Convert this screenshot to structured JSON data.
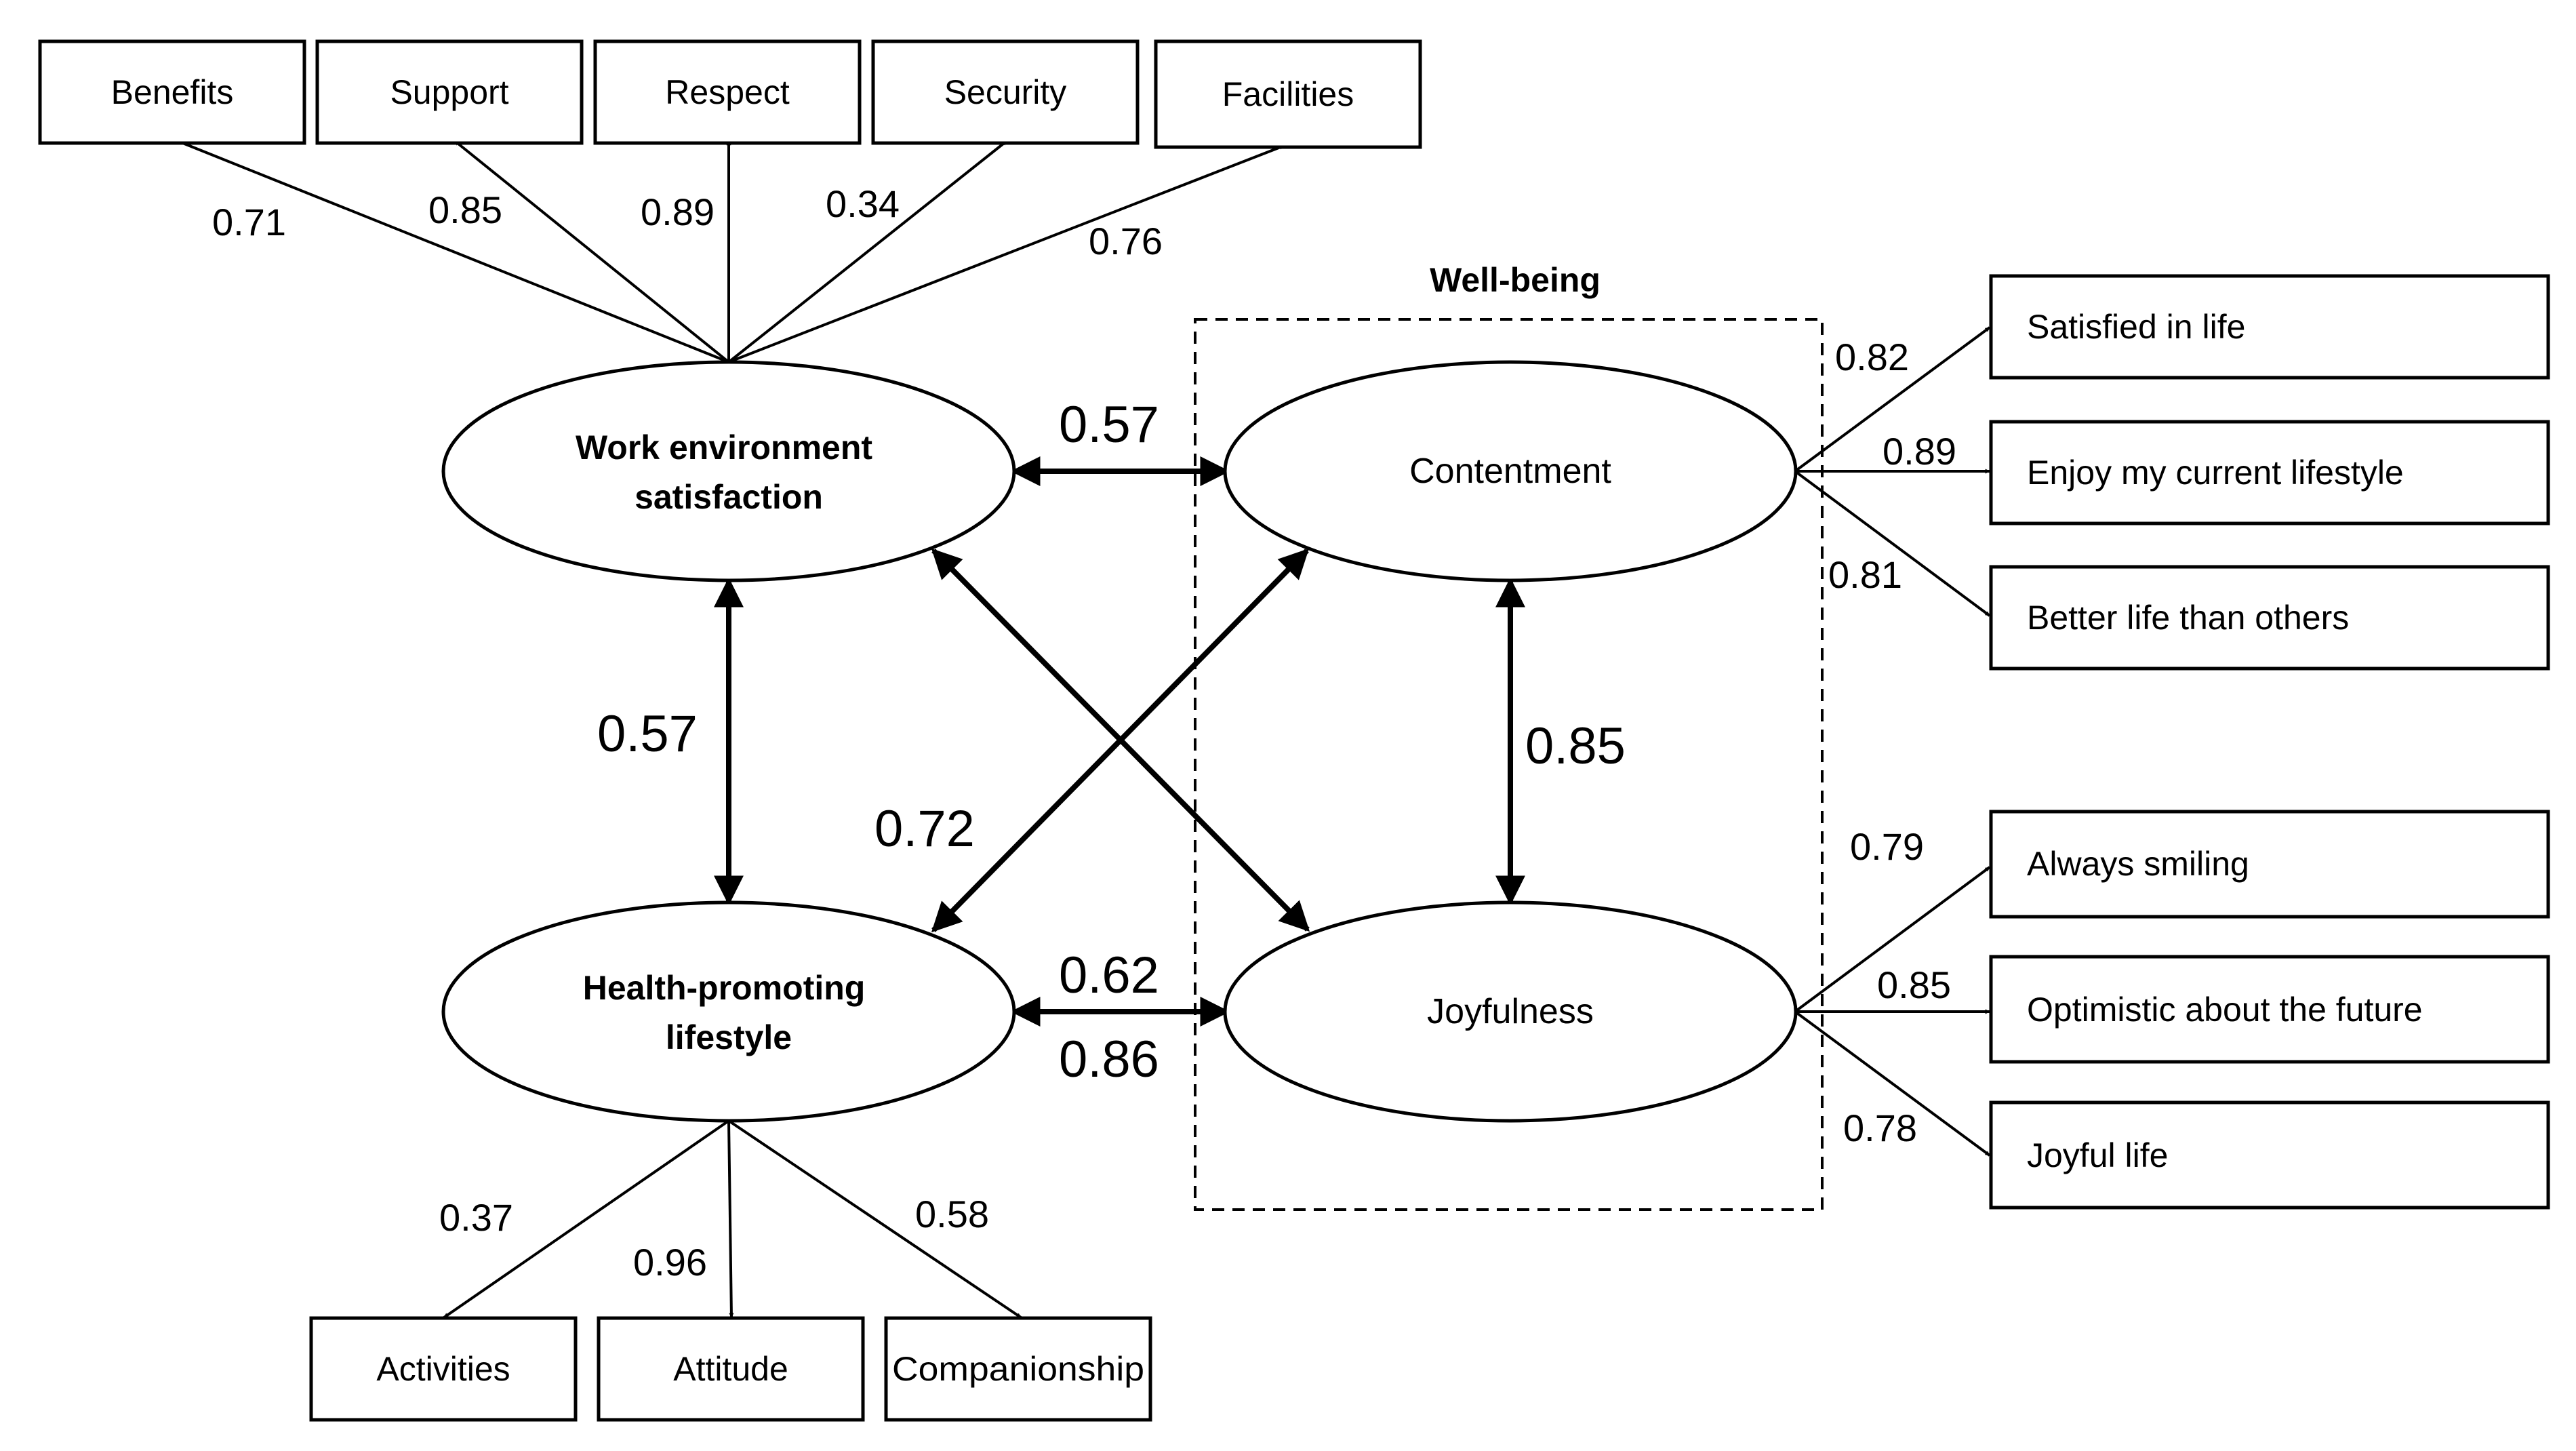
{
  "group_label": "Well-being",
  "constructs": {
    "work_env": [
      "Work environment",
      "satisfaction"
    ],
    "health": [
      "Health-promoting",
      "lifestyle"
    ],
    "contentment": "Contentment",
    "joyfulness": "Joyfulness"
  },
  "indicators": {
    "benefits": "Benefits",
    "support": "Support",
    "respect": "Respect",
    "security": "Security",
    "facilities": "Facilities",
    "satisfied": "Satisfied in life",
    "enjoy": "Enjoy my current lifestyle",
    "better": "Better life than others",
    "smiling": "Always smiling",
    "optimistic": "Optimistic about the future",
    "joyful": "Joyful life",
    "activities": "Activities",
    "attitude": "Attitude",
    "companionship": "Companionship"
  },
  "loadings": {
    "benefits": "0.71",
    "support": "0.85",
    "respect": "0.89",
    "security": "0.34",
    "facilities": "0.76",
    "satisfied": "0.82",
    "enjoy": "0.89",
    "better": "0.81",
    "smiling": "0.79",
    "optimistic": "0.85",
    "joyful": "0.78",
    "activities": "0.37",
    "attitude": "0.96",
    "companionship": "0.58"
  },
  "correlations": {
    "work_content": "0.57",
    "work_health": "0.57",
    "health_content": "0.72",
    "content_joy": "0.85",
    "health_joy_upper": "0.62",
    "health_joy_lower": "0.86"
  }
}
